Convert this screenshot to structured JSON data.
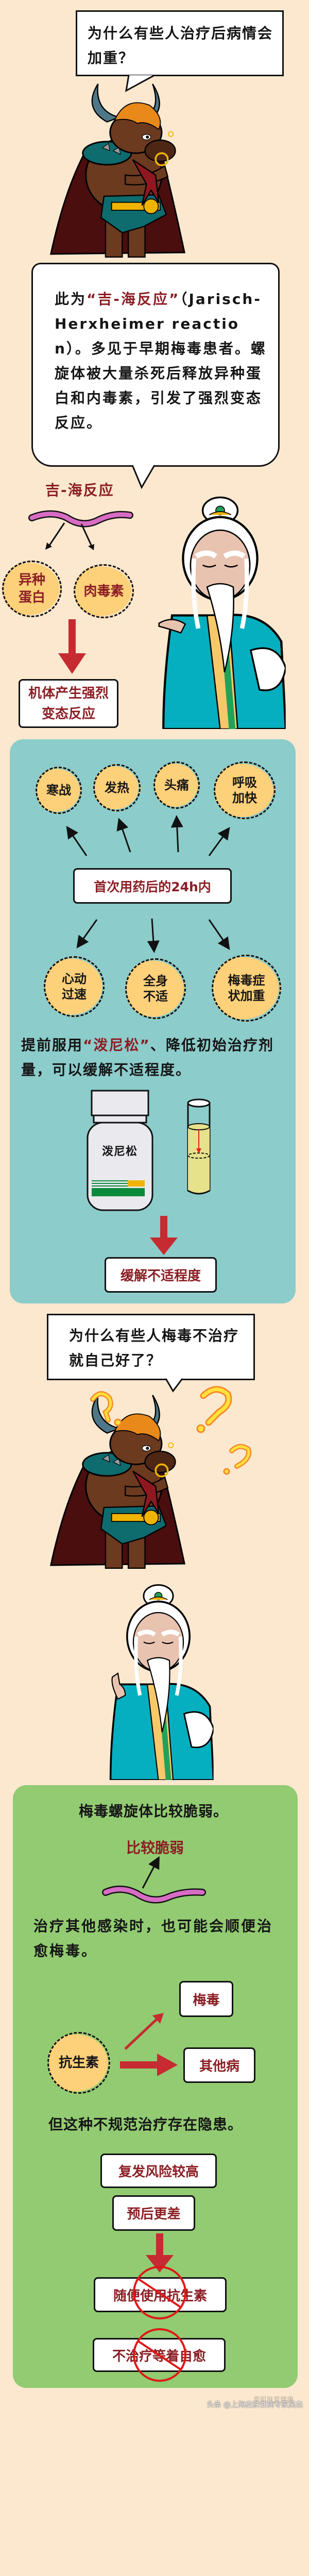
{
  "colors": {
    "background": "#fbe8cf",
    "teal_panel": "#8ccccb",
    "green_panel": "#92cb72",
    "highlight_red": "#8b1e24",
    "arrow_red": "#c62b31",
    "circle_orange": "#fdd07a",
    "worm_pink": "#d86cc4"
  },
  "scene1": {
    "question": "为什么有些人治疗后病情会加重？"
  },
  "scene2": {
    "answer_prefix": "此为",
    "answer_highlight": "“吉-海反应”",
    "answer_rest": "（Jarisch-Herxheimer reaction）。多见于早期梅毒患者。螺旋体被大量杀死后释放异种蛋白和内毒素，引发了强烈变态反应。",
    "diagram_title": "吉-海反应",
    "products": [
      "异种蛋白",
      "肉毒素"
    ],
    "result": "机体产生强烈变态反应"
  },
  "symptoms_panel": {
    "center_label": "首次用药后的24h内",
    "top_symptoms": [
      "寒战",
      "发热",
      "头痛",
      "呼吸加快"
    ],
    "bottom_symptoms": [
      "心动过速",
      "全身不适",
      "梅毒症状加重"
    ],
    "advice_prefix": "提前服用",
    "advice_highlight": "“泼尼松”",
    "advice_rest": "、降低初始治疗剂量，可以缓解不适程度。",
    "bottle_label": "泼尼松",
    "result": "缓解不适程度"
  },
  "scene3": {
    "question": "为什么有些人梅毒不治疗就自己好了？"
  },
  "fragile_panel": {
    "heading": "梅毒螺旋体比较脆弱。",
    "worm_label": "比较脆弱",
    "explanation": "治疗其他感染时，也可能会顺便治愈梅毒。",
    "source": "抗生素",
    "targets": [
      "梅毒",
      "其他病"
    ],
    "warning": "但这种不规范治疗存在隐患。",
    "risks": [
      "复发风险较高",
      "预后更差"
    ],
    "forbidden": [
      "随便使用抗生素",
      "不治疗等着自愈"
    ]
  },
  "watermark": {
    "text": "头条 @上海皮肤性病专家吴杰",
    "overlay_text": "爱肌肤爱健康"
  }
}
